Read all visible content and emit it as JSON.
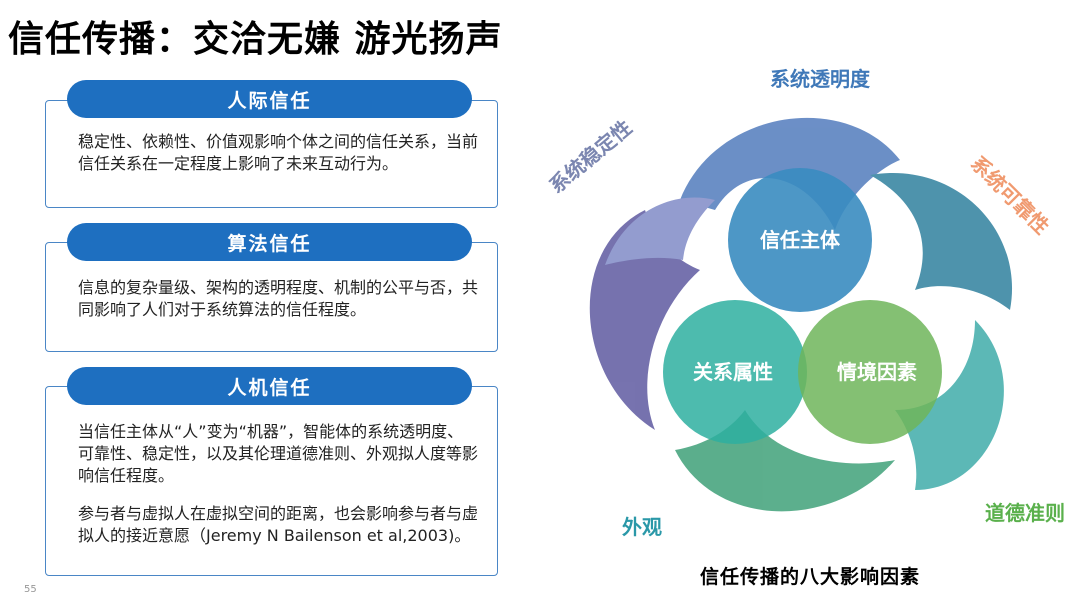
{
  "page_title": "信任传播：交洽无嫌 游光扬声",
  "cards": [
    {
      "title": "人际信任",
      "paragraphs": [
        "稳定性、依赖性、价值观影响个体之间的信任关系，当前信任关系在一定程度上影响了未来互动行为。"
      ]
    },
    {
      "title": "算法信任",
      "paragraphs": [
        "信息的复杂量级、架构的透明程度、机制的公平与否，共同影响了人们对于系统算法的信任程度。"
      ]
    },
    {
      "title": "人机信任",
      "paragraphs": [
        "当信任主体从“人”变为“机器”，智能体的系统透明度、可靠性、稳定性，以及其伦理道德准则、外观拟人度等影响信任程度。",
        "参与者与虚拟人在虚拟空间的距离，也会影响参与者与虚拟人的接近意愿（Jeremy N Bailenson et al,2003)。"
      ]
    }
  ],
  "diagram": {
    "circles": [
      {
        "label": "信任主体",
        "color": "#3a8cc0"
      },
      {
        "label": "关系属性",
        "color": "#2eafa0"
      },
      {
        "label": "情境因素",
        "color": "#6fb55a"
      }
    ],
    "factors": [
      {
        "label": "系统透明度",
        "color": "#3f78b8"
      },
      {
        "label": "系统可靠性",
        "color": "#f09a70"
      },
      {
        "label": "道德准则",
        "color": "#5ab04c"
      },
      {
        "label": "外观",
        "color": "#2a98a8"
      },
      {
        "label": "系统稳定性",
        "color": "#7b86b0"
      }
    ],
    "caption": "信任传播的八大影响因素"
  },
  "page_number": "55"
}
